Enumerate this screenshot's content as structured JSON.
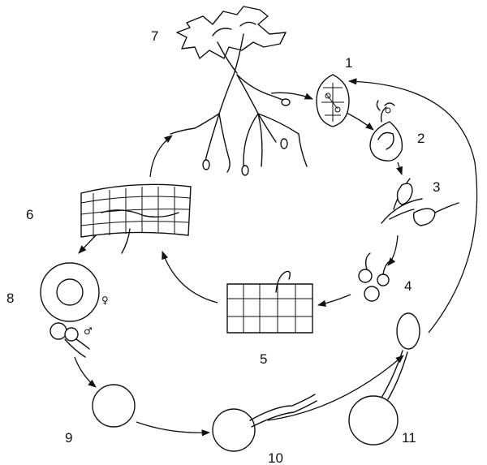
{
  "stage_labels": [
    "1",
    "2",
    "3",
    "4",
    "5",
    "6",
    "7",
    "8",
    "9",
    "10",
    "11"
  ],
  "symbols": {
    "female": "♀",
    "male": "♂"
  }
}
